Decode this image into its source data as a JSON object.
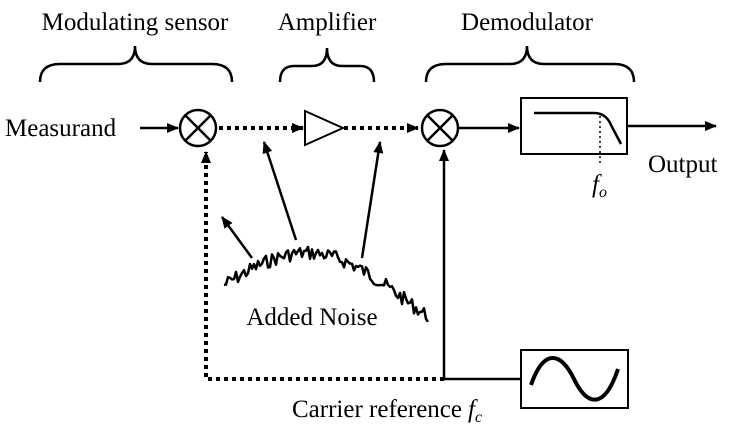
{
  "labels": {
    "modulating_sensor": "Modulating sensor",
    "amplifier": "Amplifier",
    "demodulator": "Demodulator",
    "measurand": "Measurand",
    "output": "Output",
    "added_noise": "Added Noise",
    "carrier_reference": "Carrier reference",
    "carrier_symbol": "f",
    "carrier_subscript": "c",
    "cutoff_symbol": "f",
    "cutoff_subscript": "o"
  },
  "colors": {
    "stroke": "#000000",
    "background": "#ffffff"
  },
  "icons": {
    "multiplier": "circled-x-icon",
    "amplifier": "triangle-amplifier-icon",
    "low_pass_filter": "lowpass-response-icon",
    "oscillator": "sine-wave-icon",
    "noise": "noise-waveform-icon"
  }
}
